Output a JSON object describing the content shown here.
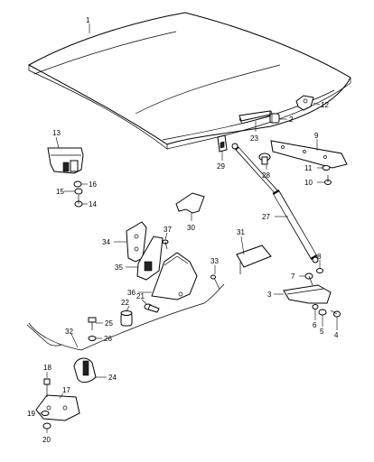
{
  "callouts": {
    "p1": "1",
    "p2": "2",
    "p3": "3",
    "p4": "4",
    "p5": "5",
    "p6": "6",
    "p7": "7",
    "p8": "8",
    "p9": "9",
    "p10": "10",
    "p11": "11",
    "p12": "12",
    "p13": "13",
    "p14": "14",
    "p15": "15",
    "p16": "16",
    "p17": "17",
    "p18": "18",
    "p19": "19",
    "p20": "20",
    "p21": "21",
    "p22": "22",
    "p23": "23",
    "p24": "24",
    "p25": "25",
    "p26": "26",
    "p27": "27",
    "p28": "28",
    "p29": "29",
    "p30": "30",
    "p31": "31",
    "p32": "32",
    "p33": "33",
    "p34": "34",
    "p35": "35",
    "p36": "36",
    "p37": "37"
  }
}
